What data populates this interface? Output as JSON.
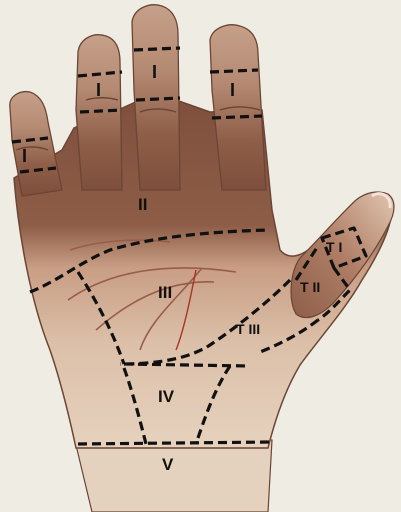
{
  "diagram": {
    "zones": [
      {
        "id": "I-index",
        "label": "I"
      },
      {
        "id": "I-middle",
        "label": "I"
      },
      {
        "id": "I-ring",
        "label": "I"
      },
      {
        "id": "I-little",
        "label": "I"
      },
      {
        "id": "II",
        "label": "II"
      },
      {
        "id": "III",
        "label": "III"
      },
      {
        "id": "IV",
        "label": "IV"
      },
      {
        "id": "V",
        "label": "V"
      },
      {
        "id": "TI",
        "label": "T I"
      },
      {
        "id": "TII",
        "label": "T II"
      },
      {
        "id": "TIII",
        "label": "T III"
      }
    ]
  },
  "colors": {
    "background": "#efece4",
    "skin_dark": "#8a5a44",
    "skin_mid": "#b0806a",
    "skin_light": "#dcc2ac",
    "skin_wrist": "#e6d3c0",
    "line": "#111111"
  }
}
